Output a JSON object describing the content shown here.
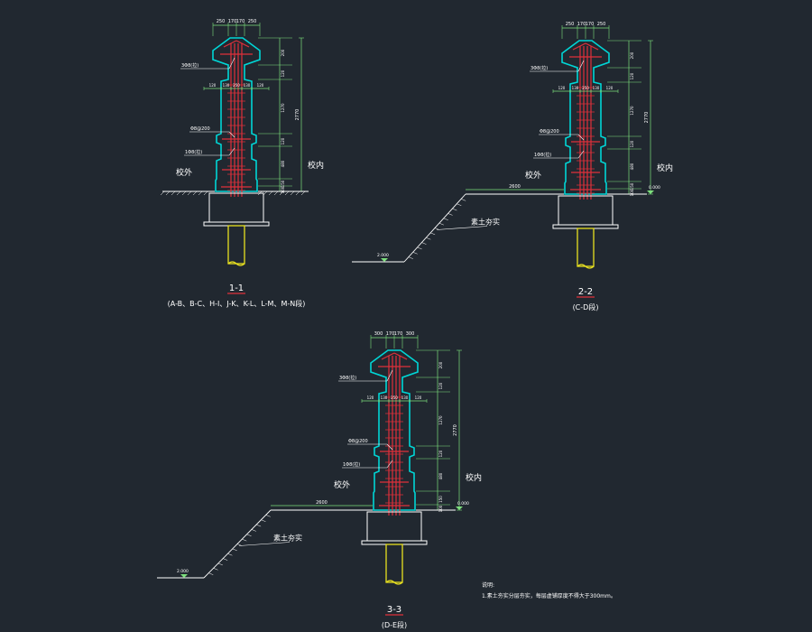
{
  "colors": {
    "background": "#212830",
    "outline": "#00d6d6",
    "rebar": "#e0303a",
    "dimension": "#7de07d",
    "text": "#ffffff",
    "pile": "#e8e020",
    "ground": "#ffffff",
    "title_underline": "#e0303a"
  },
  "sections": [
    {
      "id": "1-1",
      "title": "1-1",
      "subtitle": "(A-B、B-C、H-I、J-K、K-L、L-M、M-N段)",
      "outside_label": "校外",
      "inside_label": "校内",
      "top_dims": [
        "250",
        "170",
        "170",
        "250"
      ],
      "right_dims": [
        "200",
        "120",
        "1270",
        "120",
        "480",
        "150",
        "100"
      ],
      "total_dim": "2770",
      "mid_dims": [
        "120",
        "130",
        "250",
        "130",
        "120"
      ],
      "rebar_top": "3Φ8(拉)",
      "rebar_mid": "Φ8@200",
      "rebar_low": "1Φ8(拉)"
    },
    {
      "id": "2-2",
      "title": "2-2",
      "subtitle": "(C-D段)",
      "outside_label": "校外",
      "inside_label": "校内",
      "top_dims": [
        "250",
        "170",
        "170",
        "250"
      ],
      "right_dims": [
        "200",
        "120",
        "1270",
        "120",
        "480",
        "150",
        "100"
      ],
      "total_dim": "2770",
      "mid_dims": [
        "120",
        "130",
        "250",
        "130",
        "120"
      ],
      "rebar_top": "3Φ8(拉)",
      "rebar_mid": "Φ8@200",
      "rebar_low": "1Φ8(拉)",
      "slope_dim": "2600",
      "slope_label": "素土夯实",
      "level_left": "2.000",
      "level_right": "0.000"
    },
    {
      "id": "3-3",
      "title": "3-3",
      "subtitle": "(D-E段)",
      "outside_label": "校外",
      "inside_label": "校内",
      "top_dims": [
        "300",
        "170",
        "170",
        "300"
      ],
      "right_dims": [
        "200",
        "120",
        "1270",
        "120",
        "480",
        "150",
        "100"
      ],
      "total_dim": "2770",
      "mid_dims": [
        "120",
        "130",
        "250",
        "130",
        "120"
      ],
      "rebar_top": "3Φ8(拉)",
      "rebar_mid": "Φ8@200",
      "rebar_low": "1Φ8(拉)",
      "slope_dim": "2600",
      "slope_label": "素土夯实",
      "level_left": "2.000",
      "level_right": "0.000"
    }
  ],
  "notes": {
    "heading": "说明:",
    "line1": "1.素土夯实分层夯实，每层虚铺厚度不得大于300mm。"
  }
}
